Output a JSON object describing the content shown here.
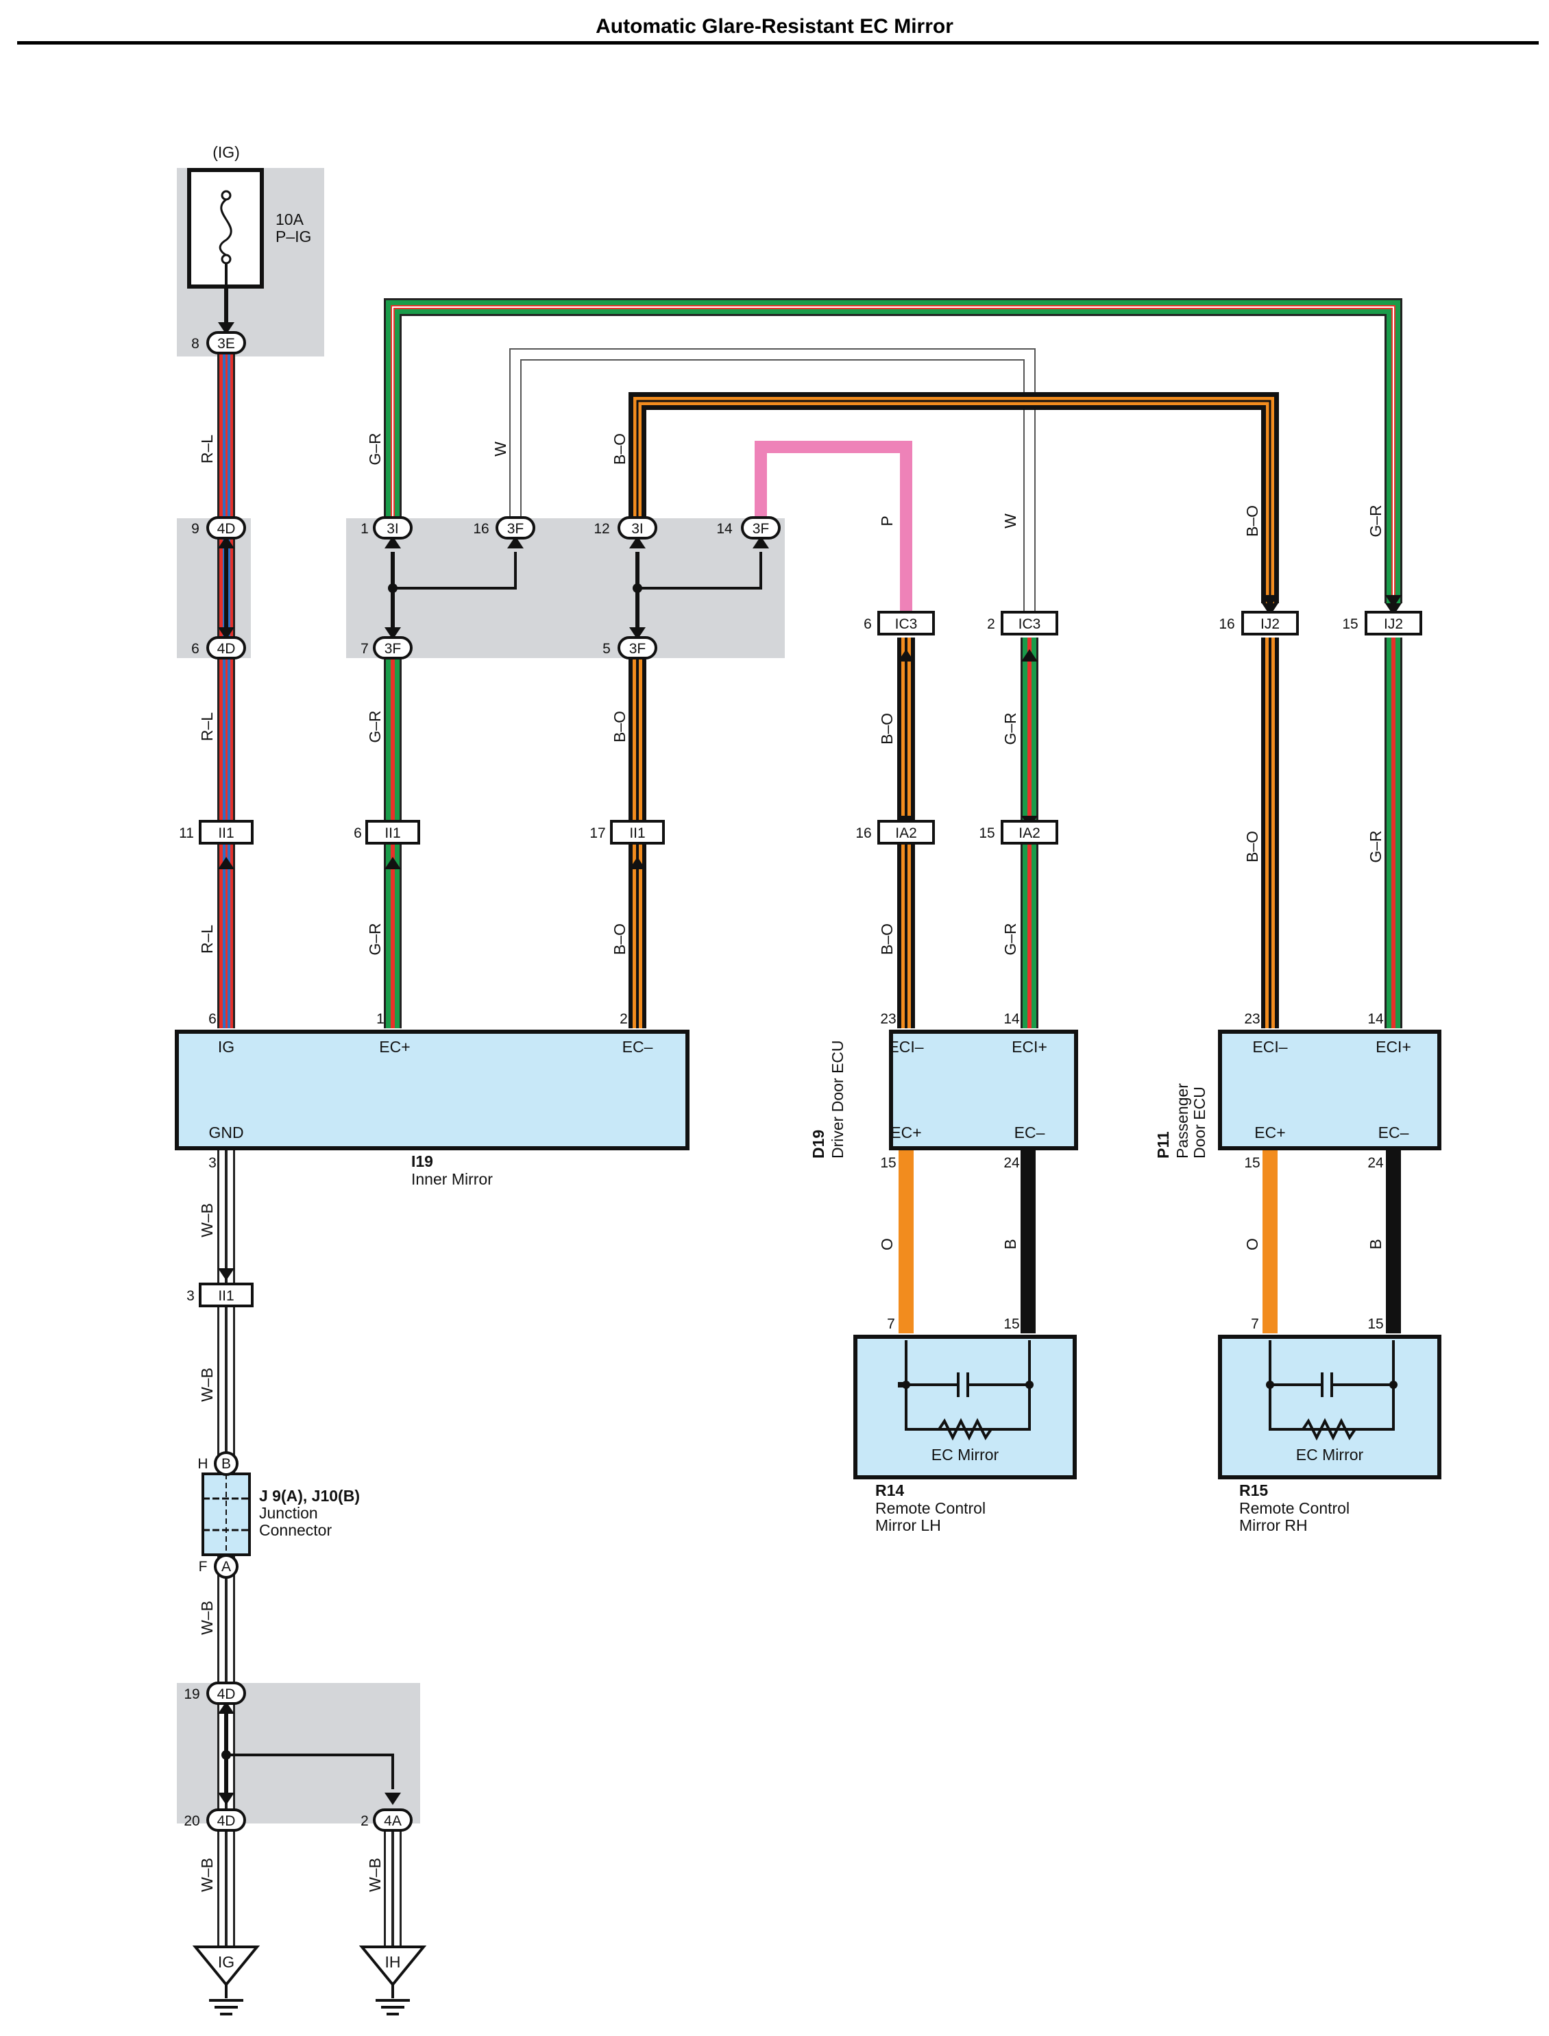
{
  "title": "Automatic Glare-Resistant EC Mirror",
  "colors": {
    "red": "#e8312a",
    "blue": "#2f6fc4",
    "green": "#1a9c4a",
    "orange": "#f28c1e",
    "black": "#111111",
    "pink": "#ee82b8",
    "white_wire": "#ffffff",
    "wire_outline": "#222222",
    "shade": "#d4d6d9",
    "ecu_fill": "#c8e8f8"
  },
  "fuse": {
    "supply": "(IG)",
    "rating": "10A",
    "name": "P–IG",
    "connector": "3E",
    "pin": "8",
    "icon": "fuse-icon"
  },
  "wire_colors": {
    "rl": "R–L",
    "gr": "G–R",
    "w": "W",
    "bo": "B–O",
    "p": "P",
    "wb": "W–B",
    "o": "O",
    "b": "B"
  },
  "connectors": {
    "c4d_9": {
      "pin": "9",
      "name": "4D"
    },
    "c4d_6": {
      "pin": "6",
      "name": "4D"
    },
    "c3i_1": {
      "pin": "1",
      "name": "3I"
    },
    "c3f_16": {
      "pin": "16",
      "name": "3F"
    },
    "c3i_12": {
      "pin": "12",
      "name": "3I"
    },
    "c3f_14": {
      "pin": "14",
      "name": "3F"
    },
    "c3f_7": {
      "pin": "7",
      "name": "3F"
    },
    "c3f_5": {
      "pin": "5",
      "name": "3F"
    },
    "ic3_6": {
      "pin": "6",
      "name": "IC3"
    },
    "ic3_2": {
      "pin": "2",
      "name": "IC3"
    },
    "ij2_16": {
      "pin": "16",
      "name": "IJ2"
    },
    "ij2_15": {
      "pin": "15",
      "name": "IJ2"
    },
    "ii1_11": {
      "pin": "11",
      "name": "II1"
    },
    "ii1_6": {
      "pin": "6",
      "name": "II1"
    },
    "ii1_17": {
      "pin": "17",
      "name": "II1"
    },
    "ia2_16": {
      "pin": "16",
      "name": "IA2"
    },
    "ia2_15": {
      "pin": "15",
      "name": "IA2"
    },
    "ii1_3": {
      "pin": "3",
      "name": "II1"
    },
    "c4d_19": {
      "pin": "19",
      "name": "4D"
    },
    "c4d_20": {
      "pin": "20",
      "name": "4D"
    },
    "c4a_2": {
      "pin": "2",
      "name": "4A"
    }
  },
  "inner_mirror": {
    "code": "I19",
    "name": "Inner Mirror",
    "pins": {
      "ig": "IG",
      "ecp": "EC+",
      "ecm": "EC–",
      "gnd": "GND"
    },
    "pin_numbers": {
      "ig": "6",
      "ecp": "1",
      "ecm": "2",
      "gnd": "3"
    }
  },
  "driver_ecu": {
    "code": "D19",
    "name": "Driver Door ECU",
    "pins": {
      "ecim": "ECI–",
      "ecip": "ECI+",
      "ecp": "EC+",
      "ecm": "EC–"
    },
    "pin_numbers": {
      "ecim": "23",
      "ecip": "14",
      "ecp": "15",
      "ecm": "24"
    }
  },
  "passenger_ecu": {
    "code": "P11",
    "name_line1": "Passenger",
    "name_line2": "Door ECU",
    "pins": {
      "ecim": "ECI–",
      "ecip": "ECI+",
      "ecp": "EC+",
      "ecm": "EC–"
    },
    "pin_numbers": {
      "ecim": "23",
      "ecip": "14",
      "ecp": "15",
      "ecm": "24"
    }
  },
  "mirror_lh": {
    "code": "R14",
    "name_line1": "Remote Control",
    "name_line2": "Mirror LH",
    "label": "EC Mirror",
    "pin_o": "7",
    "pin_b": "15"
  },
  "mirror_rh": {
    "code": "R15",
    "name_line1": "Remote Control",
    "name_line2": "Mirror RH",
    "label": "EC Mirror",
    "pin_o": "7",
    "pin_b": "15"
  },
  "junction": {
    "code": "J 9(A), J10(B)",
    "name_line1": "Junction",
    "name_line2": "Connector",
    "top_pin": "H",
    "top_letter": "B",
    "bottom_pin": "F",
    "bottom_letter": "A"
  },
  "grounds": {
    "ig": "IG",
    "ih": "IH"
  }
}
